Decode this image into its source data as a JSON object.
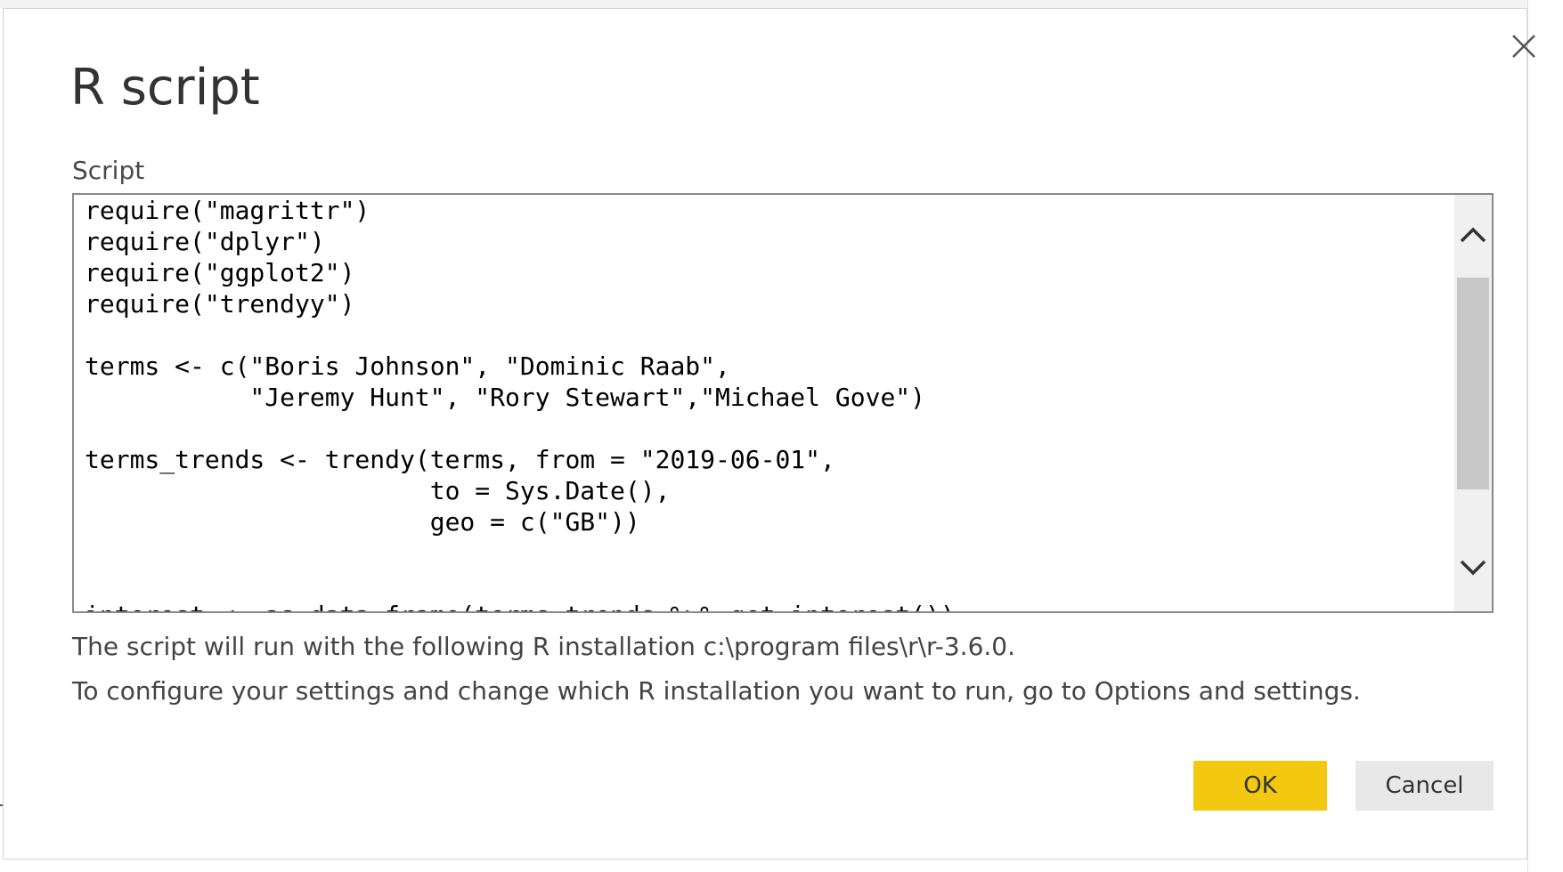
{
  "dialog": {
    "title": "R script",
    "script_label": "Script",
    "script_lines": [
      "require(\"magrittr\")",
      "require(\"dplyr\")",
      "require(\"ggplot2\")",
      "require(\"trendyy\")",
      "",
      "terms <- c(\"Boris Johnson\", \"Dominic Raab\",",
      "           \"Jeremy Hunt\", \"Rory Stewart\",\"Michael Gove\")",
      "",
      "terms_trends <- trendy(terms, from = \"2019-06-01\",",
      "                       to = Sys.Date(),",
      "                       geo = c(\"GB\"))",
      "",
      "",
      "interest <- as.data.frame(terms_trends %>% get_interest())"
    ],
    "info_installation": "The script will run with the following R installation c:\\program files\\r\\r-3.6.0.",
    "info_configure": "To configure your settings and change which R installation you want to run, go to Options and settings.",
    "ok_label": "OK",
    "cancel_label": "Cancel"
  },
  "icons": {
    "close": "close-icon",
    "scroll_up": "chevron-up-icon",
    "scroll_down": "chevron-down-icon"
  },
  "colors": {
    "ok_button": "#f2c811",
    "cancel_button": "#e8e8e8",
    "scrollbar_track": "#f0f0f0",
    "scrollbar_thumb": "#c8c8c8"
  }
}
